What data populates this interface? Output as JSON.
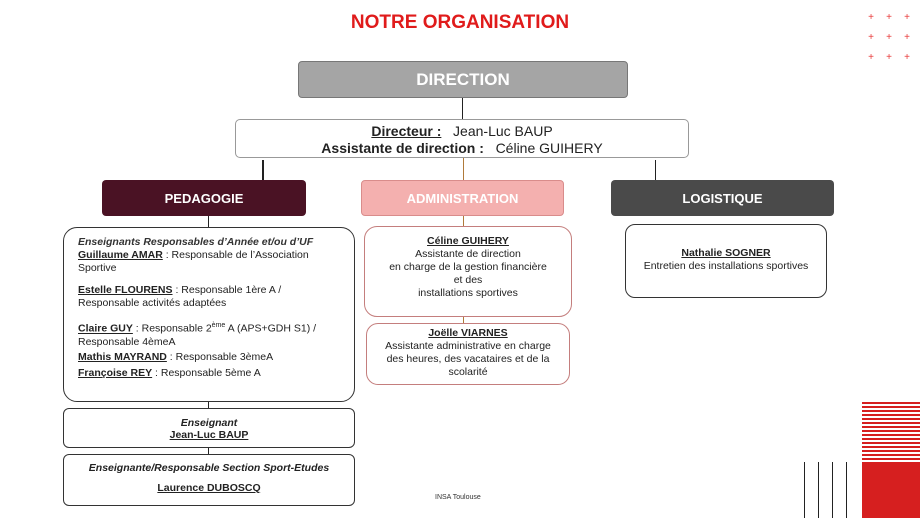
{
  "title": "NOTRE ORGANISATION",
  "direction": {
    "label": "DIRECTION",
    "directeur_label": "Directeur :",
    "directeur_name": "Jean-Luc BAUP",
    "assistante_label": "Assistante de direction :",
    "assistante_name": "Céline GUIHERY"
  },
  "departments": {
    "pedagogie": "PEDAGOGIE",
    "administration": "ADMINISTRATION",
    "logistique": "LOGISTIQUE"
  },
  "pedagogie": {
    "heading": "Enseignants Responsables d’Année et/ou d’UF",
    "entries": [
      {
        "name": "Guillaume AMAR",
        "role": " :  Responsable de l’Association Sportive"
      },
      {
        "name": "Estelle FLOURENS",
        "role": " : Responsable 1ère A / Responsable activités adaptées"
      },
      {
        "name": "Claire GUY",
        "role_a": " : Responsable 2",
        "sup": "ème",
        "role_b": " A (APS+GDH S1) / Responsable 4èmeA"
      },
      {
        "name": "Mathis MAYRAND",
        "role": " : Responsable 3èmeA"
      },
      {
        "name": "Françoise REY",
        "role": " : Responsable 5ème A"
      }
    ],
    "enseignant_title": "Enseignant",
    "enseignant_name": "Jean-Luc BAUP",
    "section_title": "Enseignante/Responsable Section Sport-Etudes",
    "section_name": "Laurence DUBOSCQ"
  },
  "administration": {
    "box1": {
      "name": "Céline GUIHERY",
      "line1": "Assistante de direction",
      "line2": "en charge de la gestion financière",
      "line3": "et des",
      "line4": "installations sportives"
    },
    "box2": {
      "name": "Joëlle VIARNES",
      "line1": "Assistante administrative en charge",
      "line2": "des heures, des vacataires et de la",
      "line3": "scolarité"
    }
  },
  "logistique": {
    "name": "Nathalie SOGNER",
    "role": "Entretien des installations sportives"
  },
  "footer": "INSA Toulouse",
  "colors": {
    "title_red": "#e01b1b",
    "direction_gray": "#a5a5a5",
    "pedagogie_bg": "#4a1224",
    "administration_bg": "#f4b0af",
    "logistique_bg": "#4a4a4a",
    "accent_red": "#d61f1f"
  }
}
